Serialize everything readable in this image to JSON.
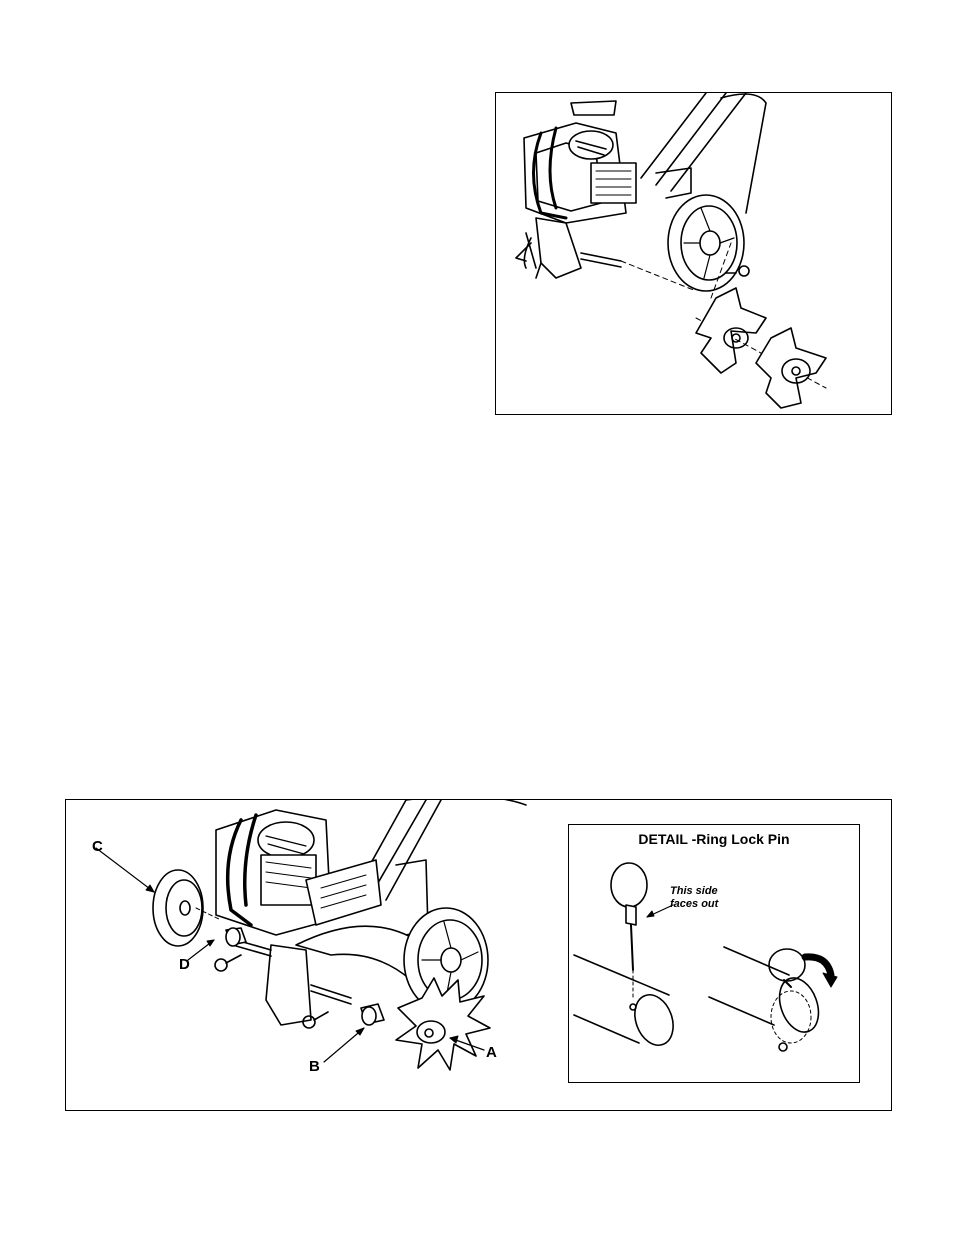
{
  "figure_bottom": {
    "callouts": {
      "a": "A",
      "b": "B",
      "c": "C",
      "d": "D"
    },
    "detail": {
      "title": "DETAIL -Ring Lock Pin",
      "note_line1": "This side",
      "note_line2": "faces out"
    }
  }
}
